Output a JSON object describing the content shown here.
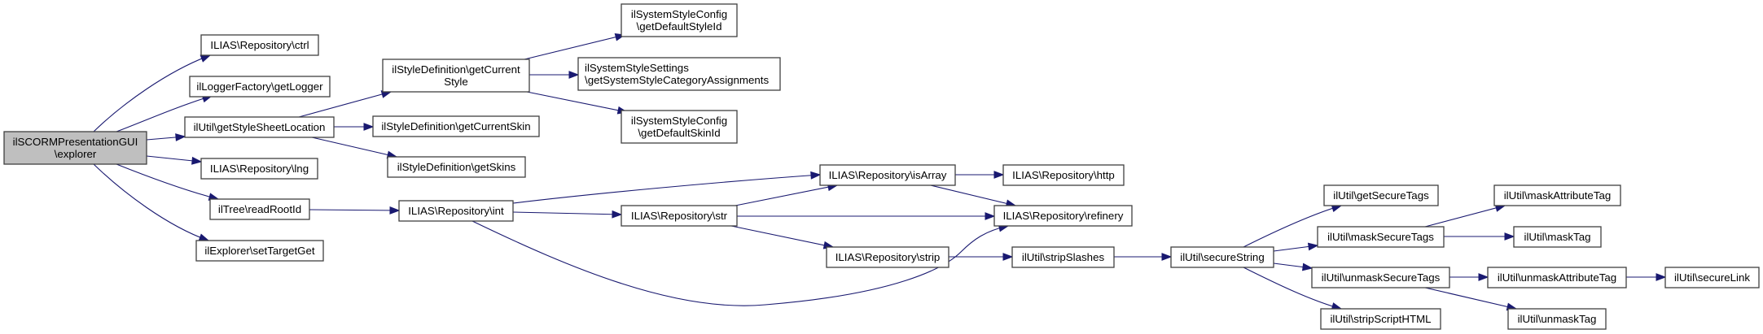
{
  "diagram": {
    "type": "call-graph",
    "colors": {
      "edge": "#191970",
      "root_fill": "#bfbfbf",
      "node_fill": "#ffffff",
      "node_border": "#404040"
    },
    "nodes": [
      {
        "id": "root",
        "lines": [
          "ilSCORMPresentationGUI",
          "\\explorer"
        ],
        "root": true
      },
      {
        "id": "ctrl",
        "lines": [
          "ILIAS\\Repository\\ctrl"
        ]
      },
      {
        "id": "getLogger",
        "lines": [
          "ilLoggerFactory\\getLogger"
        ]
      },
      {
        "id": "getStyleSheetLocation",
        "lines": [
          "ilUtil\\getStyleSheetLocation"
        ]
      },
      {
        "id": "lng",
        "lines": [
          "ILIAS\\Repository\\lng"
        ]
      },
      {
        "id": "readRootId",
        "lines": [
          "ilTree\\readRootId"
        ]
      },
      {
        "id": "setTargetGet",
        "lines": [
          "ilExplorer\\setTargetGet"
        ]
      },
      {
        "id": "getCurrentStyle",
        "lines": [
          "ilStyleDefinition\\getCurrent",
          "Style"
        ]
      },
      {
        "id": "getCurrentSkin",
        "lines": [
          "ilStyleDefinition\\getCurrentSkin"
        ]
      },
      {
        "id": "getSkins",
        "lines": [
          "ilStyleDefinition\\getSkins"
        ]
      },
      {
        "id": "int",
        "lines": [
          "ILIAS\\Repository\\int"
        ]
      },
      {
        "id": "getDefaultStyleId",
        "lines": [
          "ilSystemStyleConfig",
          "\\getDefaultStyleId"
        ]
      },
      {
        "id": "getSystemStyleCategoryAssignments",
        "lines": [
          "ilSystemStyleSettings",
          "\\getSystemStyleCategoryAssignments"
        ],
        "align": "left"
      },
      {
        "id": "getDefaultSkinId",
        "lines": [
          "ilSystemStyleConfig",
          "\\getDefaultSkinId"
        ]
      },
      {
        "id": "str",
        "lines": [
          "ILIAS\\Repository\\str"
        ]
      },
      {
        "id": "isArray",
        "lines": [
          "ILIAS\\Repository\\isArray"
        ]
      },
      {
        "id": "strip",
        "lines": [
          "ILIAS\\Repository\\strip"
        ]
      },
      {
        "id": "http",
        "lines": [
          "ILIAS\\Repository\\http"
        ]
      },
      {
        "id": "refinery",
        "lines": [
          "ILIAS\\Repository\\refinery"
        ]
      },
      {
        "id": "stripSlashes",
        "lines": [
          "ilUtil\\stripSlashes"
        ]
      },
      {
        "id": "secureString",
        "lines": [
          "ilUtil\\secureString"
        ]
      },
      {
        "id": "getSecureTags",
        "lines": [
          "ilUtil\\getSecureTags"
        ]
      },
      {
        "id": "maskSecureTags",
        "lines": [
          "ilUtil\\maskSecureTags"
        ]
      },
      {
        "id": "unmaskSecureTags",
        "lines": [
          "ilUtil\\unmaskSecureTags"
        ]
      },
      {
        "id": "stripScriptHTML",
        "lines": [
          "ilUtil\\stripScriptHTML"
        ]
      },
      {
        "id": "maskAttributeTag",
        "lines": [
          "ilUtil\\maskAttributeTag"
        ]
      },
      {
        "id": "maskTag",
        "lines": [
          "ilUtil\\maskTag"
        ]
      },
      {
        "id": "unmaskAttributeTag",
        "lines": [
          "ilUtil\\unmaskAttributeTag"
        ]
      },
      {
        "id": "unmaskTag",
        "lines": [
          "ilUtil\\unmaskTag"
        ]
      },
      {
        "id": "secureLink",
        "lines": [
          "ilUtil\\secureLink"
        ]
      }
    ],
    "edges": [
      {
        "from": "root",
        "to": "ctrl"
      },
      {
        "from": "root",
        "to": "getLogger"
      },
      {
        "from": "root",
        "to": "getStyleSheetLocation"
      },
      {
        "from": "root",
        "to": "lng"
      },
      {
        "from": "root",
        "to": "readRootId"
      },
      {
        "from": "root",
        "to": "setTargetGet"
      },
      {
        "from": "getStyleSheetLocation",
        "to": "getCurrentStyle"
      },
      {
        "from": "getStyleSheetLocation",
        "to": "getCurrentSkin"
      },
      {
        "from": "getStyleSheetLocation",
        "to": "getSkins"
      },
      {
        "from": "getCurrentStyle",
        "to": "getDefaultStyleId"
      },
      {
        "from": "getCurrentStyle",
        "to": "getSystemStyleCategoryAssignments"
      },
      {
        "from": "getCurrentStyle",
        "to": "getDefaultSkinId"
      },
      {
        "from": "readRootId",
        "to": "int"
      },
      {
        "from": "int",
        "to": "isArray"
      },
      {
        "from": "int",
        "to": "str"
      },
      {
        "from": "int",
        "to": "refinery"
      },
      {
        "from": "str",
        "to": "isArray"
      },
      {
        "from": "str",
        "to": "refinery"
      },
      {
        "from": "str",
        "to": "strip"
      },
      {
        "from": "isArray",
        "to": "http"
      },
      {
        "from": "isArray",
        "to": "refinery"
      },
      {
        "from": "strip",
        "to": "stripSlashes"
      },
      {
        "from": "stripSlashes",
        "to": "secureString"
      },
      {
        "from": "secureString",
        "to": "getSecureTags"
      },
      {
        "from": "secureString",
        "to": "maskSecureTags"
      },
      {
        "from": "secureString",
        "to": "unmaskSecureTags"
      },
      {
        "from": "secureString",
        "to": "stripScriptHTML"
      },
      {
        "from": "maskSecureTags",
        "to": "maskAttributeTag"
      },
      {
        "from": "maskSecureTags",
        "to": "maskTag"
      },
      {
        "from": "unmaskSecureTags",
        "to": "unmaskAttributeTag"
      },
      {
        "from": "unmaskSecureTags",
        "to": "unmaskTag"
      },
      {
        "from": "unmaskAttributeTag",
        "to": "secureLink"
      }
    ]
  }
}
